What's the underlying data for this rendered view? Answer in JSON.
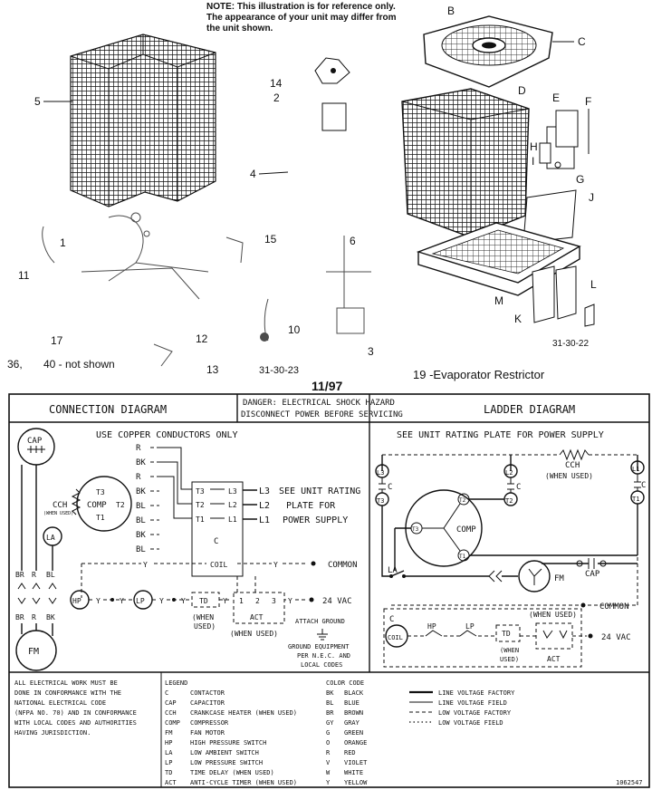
{
  "note": {
    "line1": "NOTE: This illustration is for  reference only.",
    "line2": "The appearance of your unit may differ from",
    "line3": "the unit shown."
  },
  "parts": {
    "B": "B",
    "C": "C",
    "D": "D",
    "E": "E",
    "F": "F",
    "G": "G",
    "H": "H",
    "I": "I",
    "J": "J",
    "K": "K",
    "L": "L",
    "M": "M",
    "p5": "5",
    "p14": "14",
    "p2": "2",
    "p4": "4",
    "p1": "1",
    "p11": "11",
    "p15": "15",
    "p6": "6",
    "p17": "17",
    "p12": "12",
    "p10": "10",
    "p3": "3",
    "p13": "13",
    "p36": "36,",
    "not_shown": "40 - not shown",
    "ref1": "31-30-23",
    "ref2": "31-30-22",
    "evap": "19 -Evaporator Restrictor",
    "date": "11/97"
  },
  "connection": {
    "title": "CONNECTION   DIAGRAM",
    "danger1": "DANGER: ELECTRICAL SHOCK HAZARD",
    "danger2": "DISCONNECT POWER BEFORE SERVICING",
    "copper": "USE COPPER CONDUCTORS ONLY",
    "wire_colors": [
      "R",
      "BK",
      "R",
      "BK",
      "BL",
      "BL",
      "BK",
      "BL"
    ],
    "cap": "CAP",
    "ccH": "CCH",
    "when_used_small": "(WHEN USED)",
    "comp": "COMP",
    "t3": "T3",
    "t2": "T2",
    "t1": "T1",
    "la": "LA",
    "br": "BR",
    "r": "R",
    "bl": "BL",
    "bk": "BK",
    "fm": "FM",
    "c_label": "C",
    "coil": "COIL",
    "y": "Y",
    "l3": "L3",
    "l2": "L2",
    "l1": "L1",
    "rating1": "SEE UNIT RATING",
    "rating2": "PLATE FOR",
    "rating3": "POWER SUPPLY",
    "common": "COMMON",
    "vac": "24 VAC",
    "hp": "HP",
    "lp": "LP",
    "td": "TD",
    "act": "ACT",
    "when": "(WHEN",
    "used": "USED)",
    "when_used": "(WHEN USED)",
    "num1": "1",
    "num2": "2",
    "num3": "3",
    "attach1": "ATTACH GROUND",
    "attach2": "GROUND EQUIPMENT",
    "attach3": "PER N.E.C. AND",
    "attach4": "LOCAL CODES"
  },
  "ladder": {
    "title": "LADDER     DIAGRAM",
    "rating": "SEE UNIT RATING PLATE FOR POWER SUPPLY",
    "l3": "L3",
    "l2": "L2",
    "l1": "L1",
    "t3": "T3",
    "t2": "T2",
    "t1": "T1",
    "c": "C",
    "cch": "CCH",
    "when_used": "(WHEN USED)",
    "comp": "COMP",
    "la": "LA",
    "fm": "FM",
    "cap": "CAP",
    "common": "COMMON",
    "vac": "24  VAC",
    "coil": "COIL",
    "hp": "HP",
    "lp": "LP",
    "td": "TD",
    "act": "ACT",
    "when": "(WHEN",
    "used": "USED)"
  },
  "notes": {
    "general": [
      "ALL ELECTRICAL WORK MUST BE",
      "DONE IN CONFORMANCE WITH THE",
      "NATIONAL ELECTRICAL CODE",
      "(NFPA NO. 70) AND IN CONFORMANCE",
      "WITH LOCAL CODES AND AUTHORITIES",
      "HAVING JURISDICTION."
    ],
    "legend_title": "LEGEND",
    "legend": [
      {
        "code": "C",
        "desc": "CONTACTOR"
      },
      {
        "code": "CAP",
        "desc": "CAPACITOR"
      },
      {
        "code": "CCH",
        "desc": "CRANKCASE HEATER (WHEN USED)"
      },
      {
        "code": "COMP",
        "desc": "COMPRESSOR"
      },
      {
        "code": "FM",
        "desc": "FAN MOTOR"
      },
      {
        "code": "HP",
        "desc": "HIGH PRESSURE SWITCH"
      },
      {
        "code": "LA",
        "desc": "LOW AMBIENT SWITCH"
      },
      {
        "code": "LP",
        "desc": "LOW PRESSURE SWITCH"
      },
      {
        "code": "TD",
        "desc": "TIME DELAY (WHEN USED)"
      },
      {
        "code": "ACT",
        "desc": "ANTI-CYCLE TIMER (WHEN USED)"
      }
    ],
    "color_title": "COLOR CODE",
    "colors": [
      {
        "code": "BK",
        "desc": "BLACK"
      },
      {
        "code": "BL",
        "desc": "BLUE"
      },
      {
        "code": "BR",
        "desc": "BROWN"
      },
      {
        "code": "GY",
        "desc": "GRAY"
      },
      {
        "code": "G",
        "desc": "GREEN"
      },
      {
        "code": "O",
        "desc": "ORANGE"
      },
      {
        "code": "R",
        "desc": "RED"
      },
      {
        "code": "V",
        "desc": "VIOLET"
      },
      {
        "code": "W",
        "desc": "WHITE"
      },
      {
        "code": "Y",
        "desc": "YELLOW"
      }
    ],
    "lines": [
      "LINE VOLTAGE FACTORY",
      "LINE VOLTAGE FIELD",
      "LOW VOLTAGE FACTORY",
      "LOW VOLTAGE FIELD"
    ],
    "code": "1062547"
  }
}
